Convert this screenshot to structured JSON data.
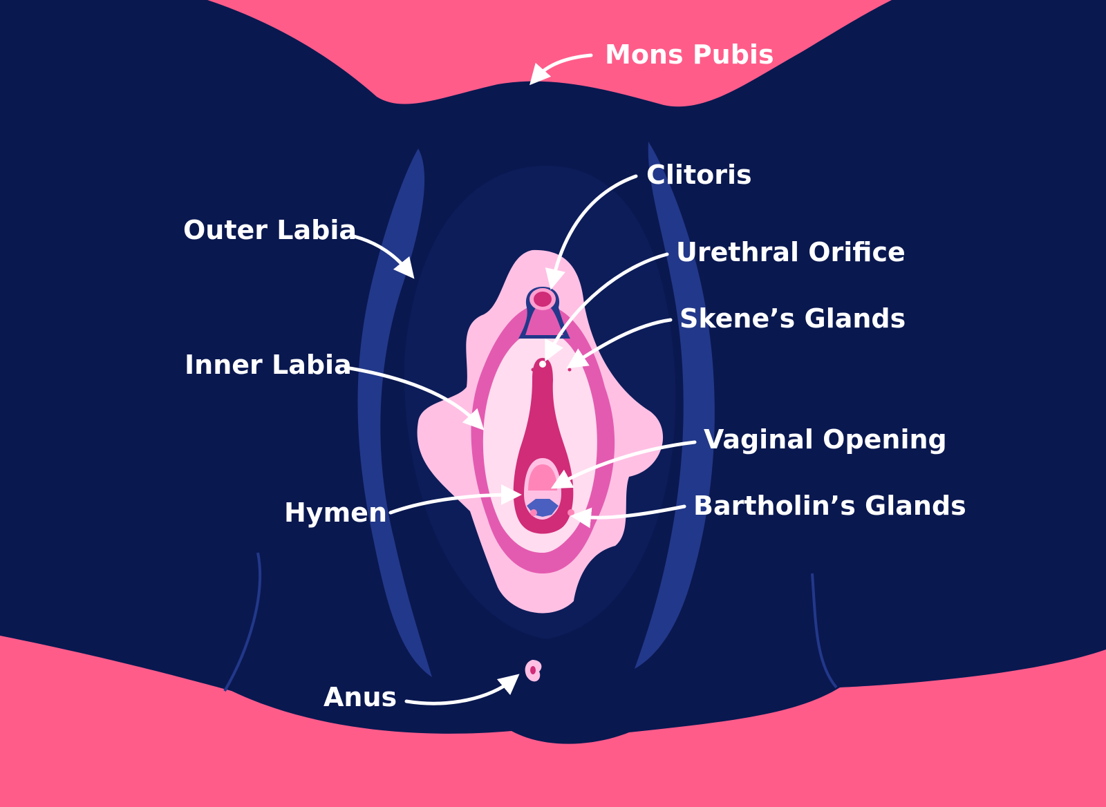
{
  "colors": {
    "background": "#0a1850",
    "skin_pink": "#ff5c8a",
    "outer_labia_blue": "#22388a",
    "labia_light": "#ffc0e4",
    "labia_mid": "#e35bb0",
    "vestibule": "#ffdcef",
    "vaginal_dark": "#d02c78",
    "hymen_blue": "#4a5fc0",
    "label": "#ffffff"
  },
  "labels": {
    "mons_pubis": "Mons Pubis",
    "clitoris": "Clitoris",
    "outer_labia": "Outer Labia",
    "urethral_orifice": "Urethral Orifice",
    "skenes_glands": "Skene’s Glands",
    "inner_labia": "Inner Labia",
    "vaginal_opening": "Vaginal Opening",
    "hymen": "Hymen",
    "bartholins_glands": "Bartholin’s Glands",
    "anus": "Anus"
  }
}
